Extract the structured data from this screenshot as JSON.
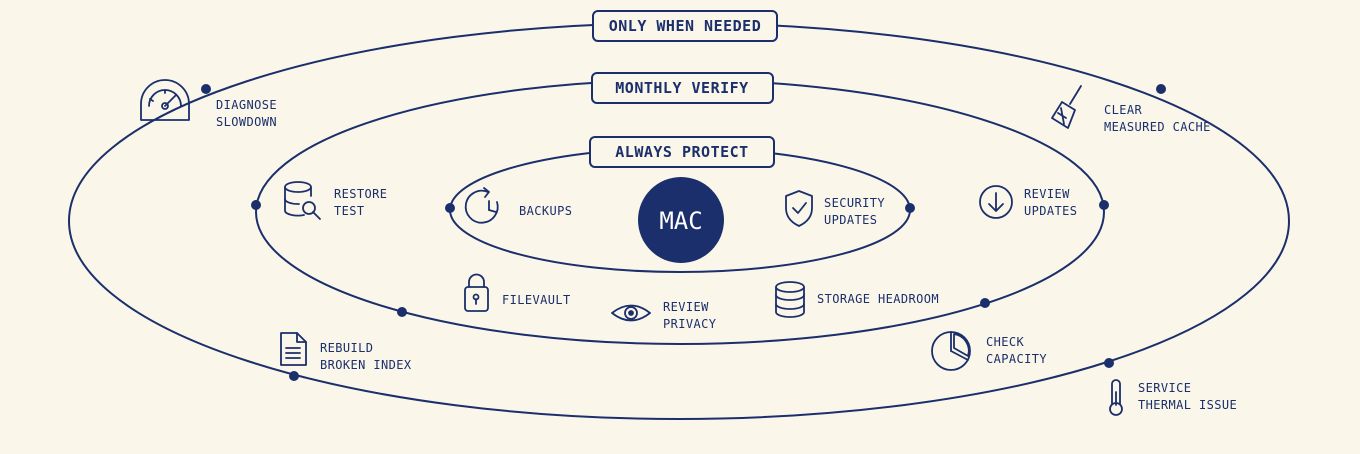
{
  "center": {
    "label": "MAC"
  },
  "colors": {
    "ink": "#1a2f6b",
    "background": "#fbf6ea"
  },
  "rings": [
    {
      "title": "ONLY WHEN NEEDED"
    },
    {
      "title": "MONTHLY VERIFY"
    },
    {
      "title": "ALWAYS PROTECT"
    }
  ],
  "items": {
    "diagnose_slowdown": {
      "lines": [
        "DIAGNOSE",
        "SLOWDOWN"
      ],
      "icon": "gauge-icon"
    },
    "clear_cache": {
      "lines": [
        "CLEAR",
        "MEASURED CACHE"
      ],
      "icon": "broom-icon"
    },
    "rebuild_index": {
      "lines": [
        "REBUILD",
        "BROKEN INDEX"
      ],
      "icon": "document-icon"
    },
    "service_thermal": {
      "lines": [
        "SERVICE",
        "THERMAL ISSUE"
      ],
      "icon": "thermometer-icon"
    },
    "restore_test": {
      "lines": [
        "RESTORE",
        "TEST"
      ],
      "icon": "database-search-icon"
    },
    "review_updates": {
      "lines": [
        "REVIEW",
        "UPDATES"
      ],
      "icon": "download-circle-icon"
    },
    "filevault": {
      "lines": [
        "FILEVAULT"
      ],
      "icon": "lock-icon"
    },
    "review_privacy": {
      "lines": [
        "REVIEW",
        "PRIVACY"
      ],
      "icon": "eye-icon"
    },
    "storage_headroom": {
      "lines": [
        "STORAGE HEADROOM"
      ],
      "icon": "database-icon"
    },
    "check_capacity": {
      "lines": [
        "CHECK",
        "CAPACITY"
      ],
      "icon": "pie-chart-icon"
    },
    "backups": {
      "lines": [
        "BACKUPS"
      ],
      "icon": "clock-icon"
    },
    "security_updates": {
      "lines": [
        "SECURITY",
        "UPDATES"
      ],
      "icon": "shield-check-icon"
    }
  }
}
